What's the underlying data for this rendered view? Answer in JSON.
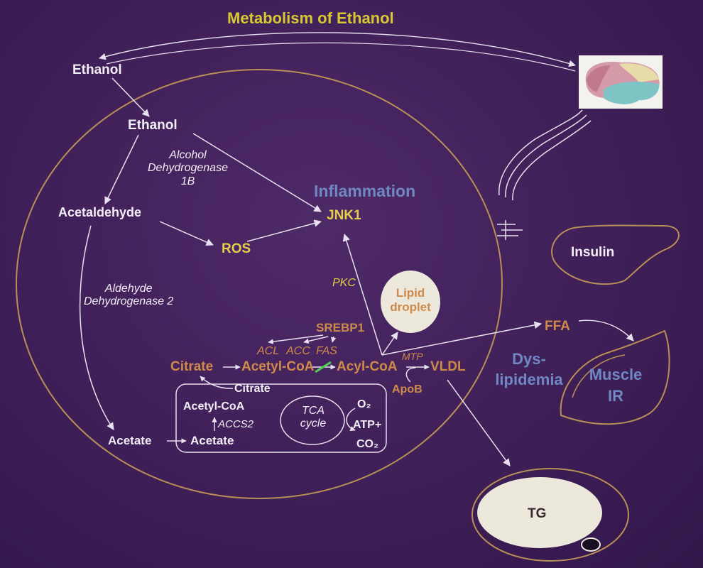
{
  "title": "Metabolism of Ethanol",
  "labels": {
    "ethanol_outside": "Ethanol",
    "ethanol_inside": "Ethanol",
    "enzyme_adh_1": "Alcohol",
    "enzyme_adh_2": "Dehydrogenase",
    "enzyme_adh_3": "1B",
    "acetaldehyde": "Acetaldehyde",
    "enzyme_aldh_1": "Aldehyde",
    "enzyme_aldh_2": "Dehydrogenase 2",
    "ros": "ROS",
    "inflammation": "Inflammation",
    "jnk1": "JNK1",
    "pkc": "PKC",
    "lipid_droplet_1": "Lipid",
    "lipid_droplet_2": "droplet",
    "srebp1": "SREBP1",
    "acl": "ACL",
    "acc": "ACC",
    "fas": "FAS",
    "citrate_outer": "Citrate",
    "acetyl_coa_outer": "Acetyl-CoA",
    "acyl_coa": "Acyl-CoA",
    "mtp": "MTP",
    "vldl": "VLDL",
    "apob": "ApoB",
    "citrate_mito": "Citrate",
    "acetyl_coa_mito": "Acetyl-CoA",
    "accs2": "ACCS2",
    "acetate_outer": "Acetate",
    "acetate_mito": "Acetate",
    "tca_1": "TCA",
    "tca_2": "cycle",
    "o2": "O₂",
    "atp": "ATP+",
    "co2": "CO₂",
    "ffa": "FFA",
    "dyslipidemia_1": "Dys-",
    "dyslipidemia_2": "lipidemia",
    "insulin": "Insulin",
    "muscle_1": "Muscle",
    "muscle_2": "IR",
    "tg": "TG"
  },
  "colors": {
    "background": "#3f1f57",
    "cell_outline": "#b88f57",
    "title": "#d8c832",
    "metabolite_white": "#f2eef6",
    "highlight_yellow": "#e3cf4a",
    "lipid_orange": "#cf8a4a",
    "inflammation_blue": "#6f88c4",
    "arrow": "#e8e0f0",
    "droplet_fill": "#ece8dc"
  },
  "icons": {
    "brain": "brain-icon",
    "liver_cell": "hepatocyte-outline",
    "adipocyte": "adipocyte-icon",
    "pancreas": "pancreas-outline",
    "muscle": "muscle-outline"
  }
}
